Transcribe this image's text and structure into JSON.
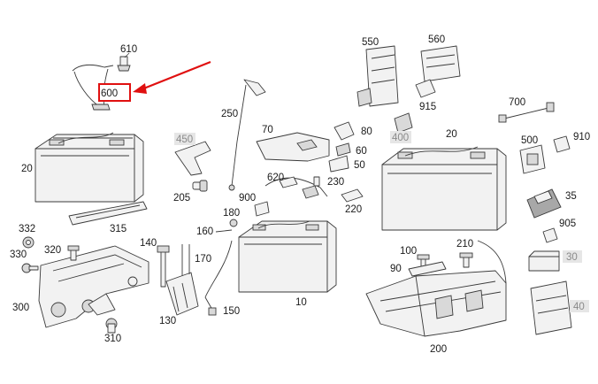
{
  "highlight": {
    "part": "600",
    "color": "#e01010"
  },
  "part_numbers": {
    "p10": "10",
    "p20_left": "20",
    "p20_right": "20",
    "p30": "30",
    "p35": "35",
    "p40": "40",
    "p50": "50",
    "p60": "60",
    "p70": "70",
    "p80": "80",
    "p90": "90",
    "p100": "100",
    "p130": "130",
    "p140": "140",
    "p150": "150",
    "p160": "160",
    "p170": "170",
    "p180": "180",
    "p200": "200",
    "p205": "205",
    "p210": "210",
    "p220": "220",
    "p230": "230",
    "p250": "250",
    "p300": "300",
    "p310": "310",
    "p315": "315",
    "p320": "320",
    "p330": "330",
    "p332": "332",
    "p400": "400",
    "p450": "450",
    "p500": "500",
    "p550": "550",
    "p560": "560",
    "p600": "600",
    "p610": "610",
    "p620": "620",
    "p700": "700",
    "p900": "900",
    "p905": "905",
    "p910": "910",
    "p915": "915"
  },
  "dimmed_parts": [
    "30",
    "40",
    "400",
    "450"
  ]
}
